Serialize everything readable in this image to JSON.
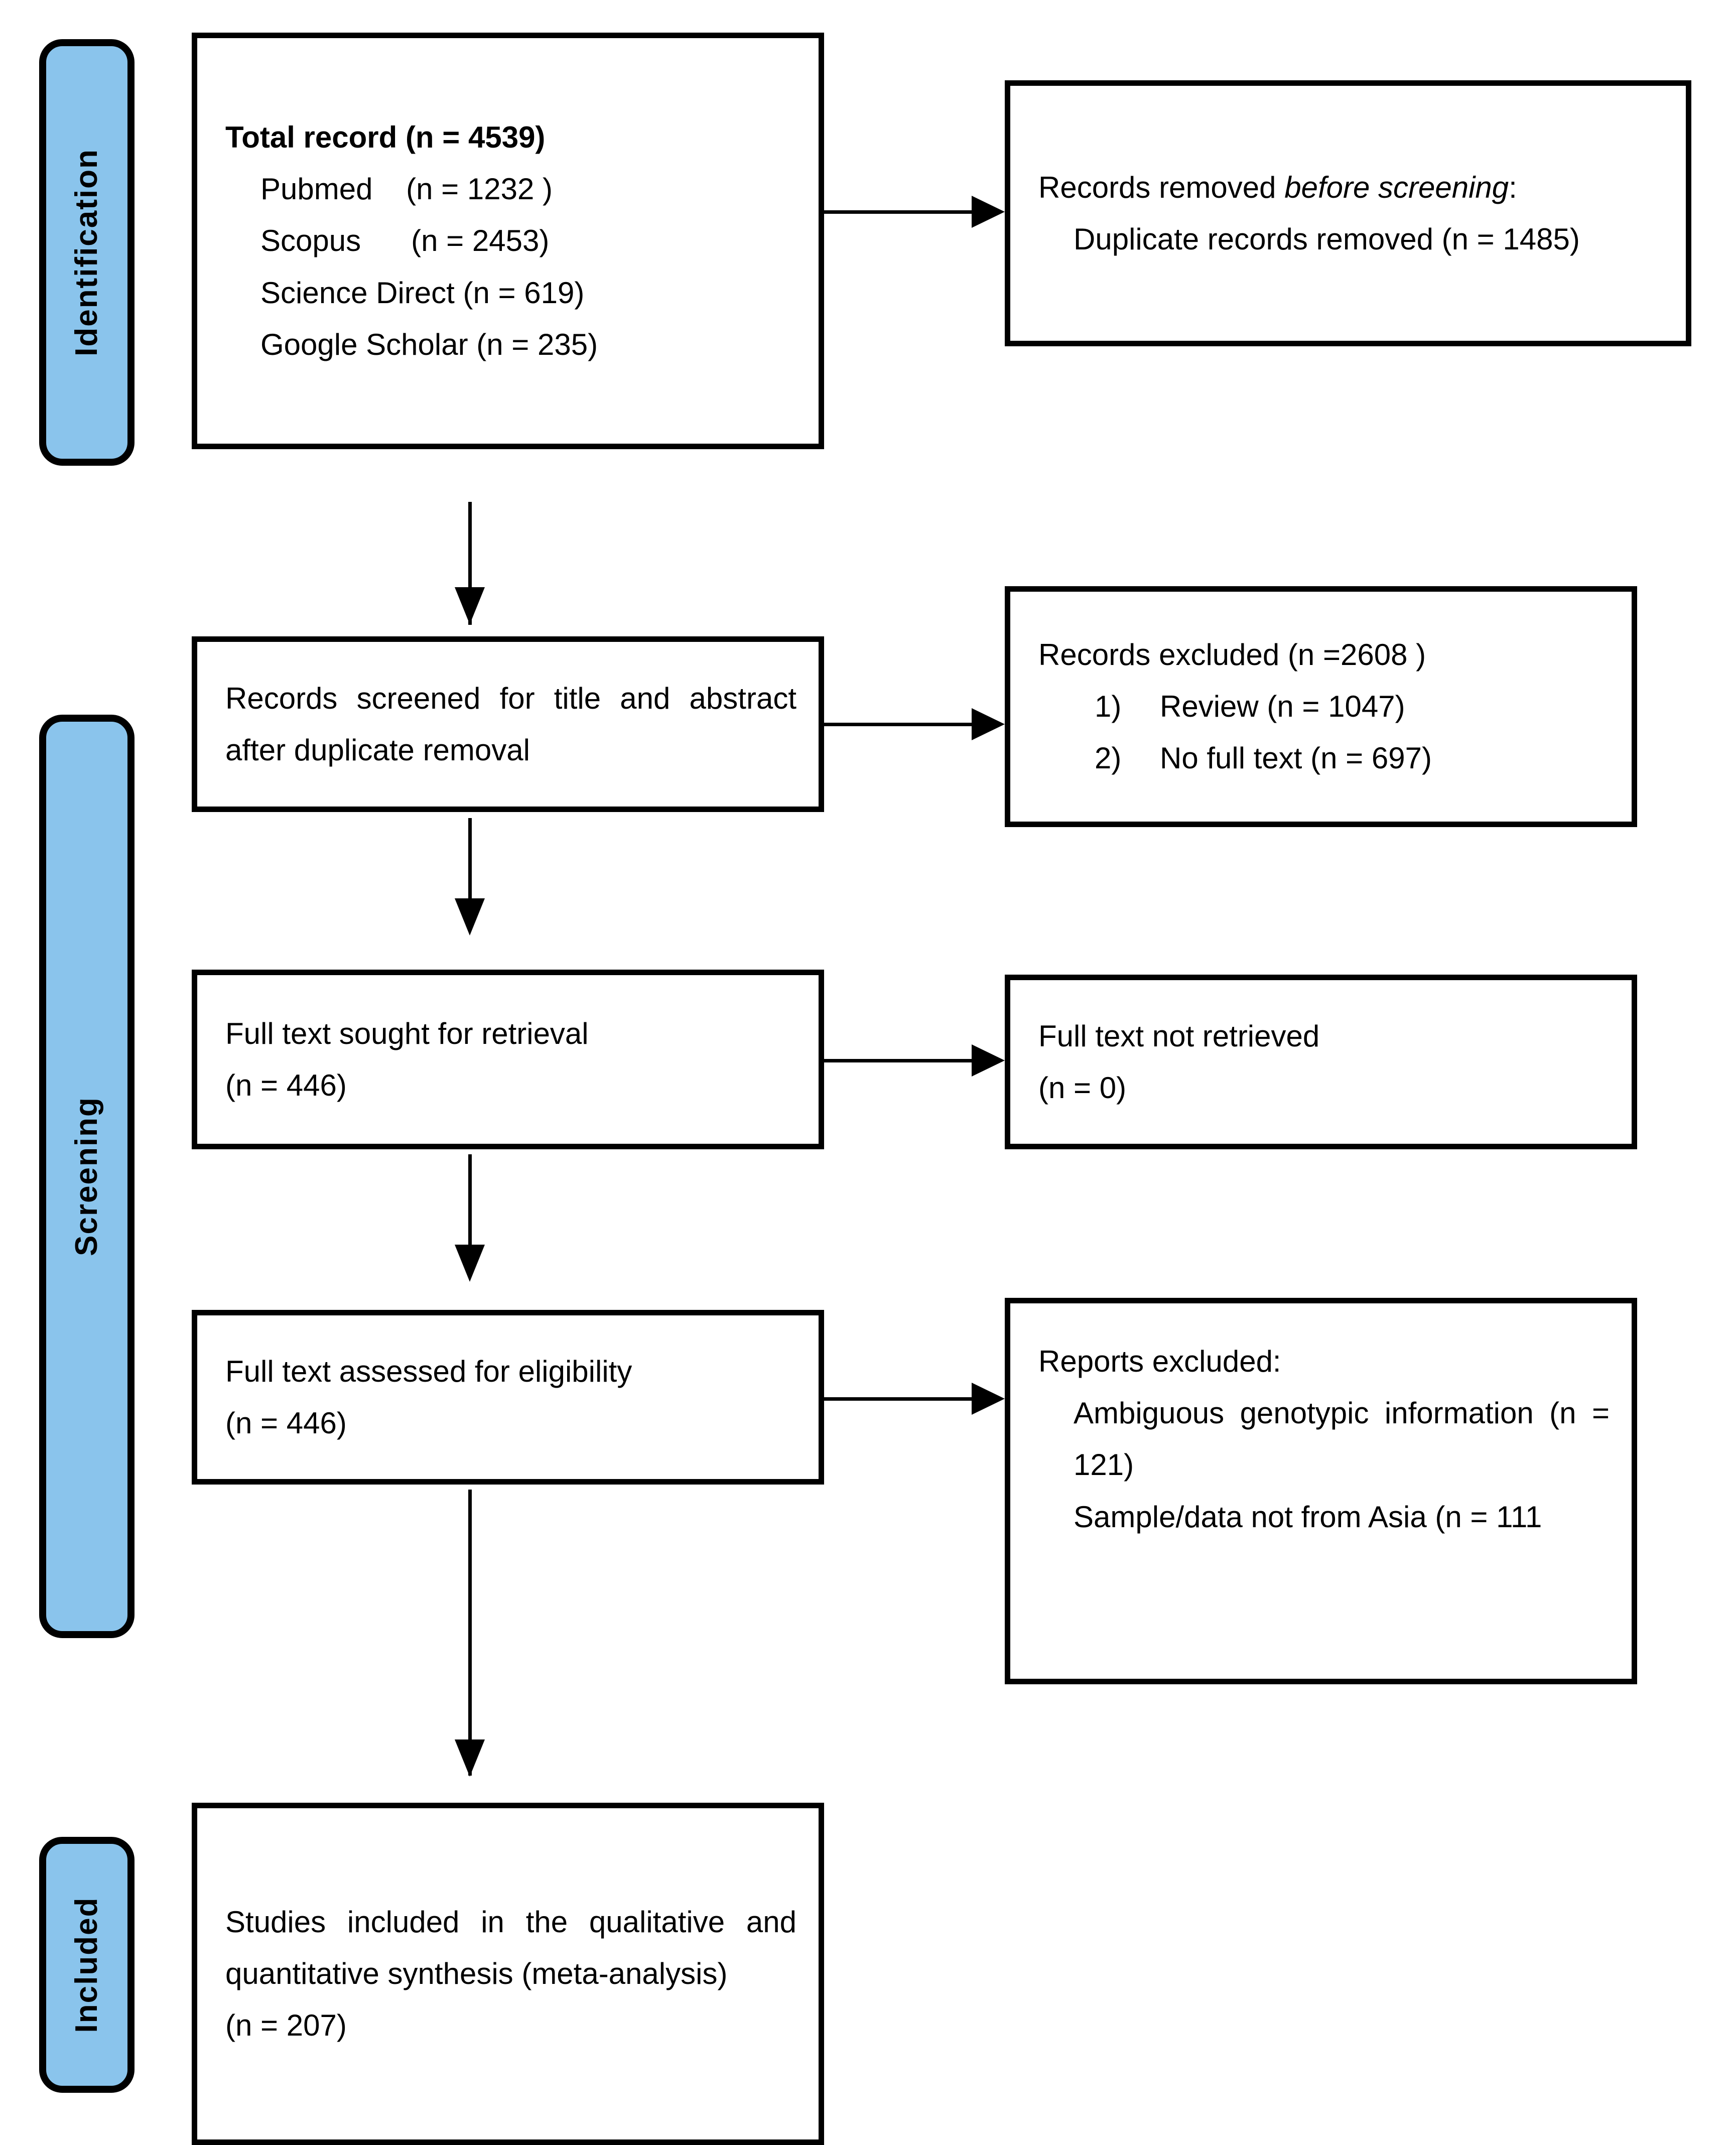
{
  "diagram": {
    "title": "PRISMA flow diagram",
    "accent_color": "#8ac4ec",
    "line_color": "#000000",
    "background_color": "#ffffff"
  },
  "stages": [
    {
      "id": "identification",
      "label": "Identification"
    },
    {
      "id": "screening",
      "label": "Screening"
    },
    {
      "id": "included",
      "label": "Included"
    }
  ],
  "boxes": {
    "identification_records": {
      "title": "Total record (n = 4539)",
      "sources": [
        "Pubmed    (n = 1232 )",
        "Scopus      (n = 2453)",
        "Science Direct (n = 619)",
        "Google Scholar (n = 235)"
      ]
    },
    "records_removed": {
      "heading_prefix": "Records removed ",
      "heading_emphasis": "before screening",
      "heading_suffix": ":",
      "detail": "Duplicate records removed (n = 1485)"
    },
    "records_screened": {
      "text": "Records screened for title and abstract   after duplicate removal"
    },
    "records_excluded": {
      "heading": "Records excluded (n =2608 )",
      "items": [
        {
          "num": "1)",
          "text": "Review (n = 1047)"
        },
        {
          "num": "2)",
          "text": "No full text (n = 697)"
        }
      ]
    },
    "full_text_sought": {
      "line1": "Full text sought for retrieval",
      "line2": "(n = 446)"
    },
    "full_text_not_retrieved": {
      "line1": "Full text not retrieved",
      "line2": "(n = 0)"
    },
    "full_text_assessed": {
      "line1": "Full text assessed for eligibility",
      "line2": "(n = 446)"
    },
    "reports_excluded": {
      "heading": "Reports excluded:",
      "reason1": "Ambiguous genotypic information (n = 121)",
      "reason2": "Sample/data not from Asia (n = 111"
    },
    "studies_included": {
      "line1": "Studies included in the qualitative and quantitative synthesis (meta-analysis)",
      "line2": "(n = 207)"
    }
  },
  "chart_data": {
    "type": "flow",
    "title": "PRISMA 2020 study selection flow",
    "nodes": [
      {
        "id": "total_records",
        "stage": "Identification",
        "label": "Total record",
        "n": 4539
      },
      {
        "id": "pubmed",
        "stage": "Identification",
        "label": "Pubmed",
        "n": 1232
      },
      {
        "id": "scopus",
        "stage": "Identification",
        "label": "Scopus",
        "n": 2453
      },
      {
        "id": "science_direct",
        "stage": "Identification",
        "label": "Science Direct",
        "n": 619
      },
      {
        "id": "google_scholar",
        "stage": "Identification",
        "label": "Google Scholar",
        "n": 235
      },
      {
        "id": "duplicates_removed",
        "stage": "Identification",
        "label": "Duplicate records removed",
        "n": 1485
      },
      {
        "id": "records_screened",
        "stage": "Screening",
        "label": "Records screened for title and abstract after duplicate removal",
        "n": null
      },
      {
        "id": "records_excluded",
        "stage": "Screening",
        "label": "Records excluded",
        "n": 2608
      },
      {
        "id": "excluded_review",
        "stage": "Screening",
        "label": "Review",
        "n": 1047
      },
      {
        "id": "excluded_no_full_text",
        "stage": "Screening",
        "label": "No full text",
        "n": 697
      },
      {
        "id": "full_text_sought",
        "stage": "Screening",
        "label": "Full text sought for retrieval",
        "n": 446
      },
      {
        "id": "full_text_not_retrieved",
        "stage": "Screening",
        "label": "Full text not retrieved",
        "n": 0
      },
      {
        "id": "full_text_assessed",
        "stage": "Screening",
        "label": "Full text assessed for eligibility",
        "n": 446
      },
      {
        "id": "excluded_ambiguous",
        "stage": "Screening",
        "label": "Ambiguous genotypic information",
        "n": 121
      },
      {
        "id": "excluded_not_asia",
        "stage": "Screening",
        "label": "Sample/data not from Asia",
        "n": 111
      },
      {
        "id": "studies_included",
        "stage": "Included",
        "label": "Studies included in the qualitative and quantitative synthesis (meta-analysis)",
        "n": 207
      }
    ],
    "edges": [
      {
        "from": "total_records",
        "to": "duplicates_removed",
        "direction": "right"
      },
      {
        "from": "total_records",
        "to": "records_screened",
        "direction": "down"
      },
      {
        "from": "records_screened",
        "to": "records_excluded",
        "direction": "right"
      },
      {
        "from": "records_screened",
        "to": "full_text_sought",
        "direction": "down"
      },
      {
        "from": "full_text_sought",
        "to": "full_text_not_retrieved",
        "direction": "right"
      },
      {
        "from": "full_text_sought",
        "to": "full_text_assessed",
        "direction": "down"
      },
      {
        "from": "full_text_assessed",
        "to": "reports_excluded",
        "direction": "right"
      },
      {
        "from": "full_text_assessed",
        "to": "studies_included",
        "direction": "down"
      }
    ]
  }
}
